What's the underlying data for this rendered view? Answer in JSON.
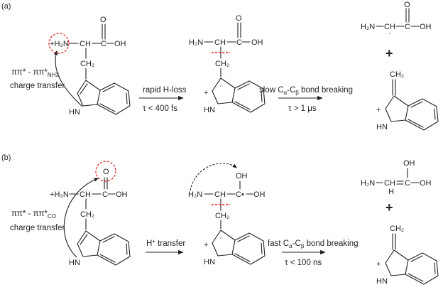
{
  "panels": {
    "a": {
      "label": "(a)",
      "left_group": [
        "ππ* - ππ*",
        "NH3",
        "charge transfer"
      ],
      "arrow1": {
        "top": "rapid H-loss",
        "bottom": "τ < 400 fs"
      },
      "arrow2": {
        "top_main": "slow C",
        "alpha": "α",
        "dash": "-C",
        "beta": "β",
        "top_tail": " bond breaking",
        "bottom": "τ > 1 μs"
      }
    },
    "b": {
      "label": "(b)",
      "left_group": [
        "ππ* - ππ*",
        "CO",
        "charge transfer"
      ],
      "arrow1": {
        "top_main": "H",
        "top_sup": "+",
        "top_tail": " transfer"
      },
      "arrow2": {
        "top_main": "fast C",
        "alpha": "α",
        "dash": "-C",
        "beta": "β",
        "top_tail": " bond breaking",
        "bottom": "τ < 100 ns"
      }
    }
  },
  "atoms": {
    "h3n_plus": "+",
    "h3n": "H₃N",
    "h2n": "H₂N",
    "ch": "CH",
    "c": "C",
    "o": "O",
    "oh": "OH",
    "ch2": "CH₂",
    "ch2_exo": "CH₂",
    "nh": "HN",
    "h": "H",
    "plus": "+",
    "radical": "·",
    "dash": "—",
    "dot_c": "C•"
  },
  "colors": {
    "ink": "#231f20",
    "highlight": "#e8211c"
  }
}
